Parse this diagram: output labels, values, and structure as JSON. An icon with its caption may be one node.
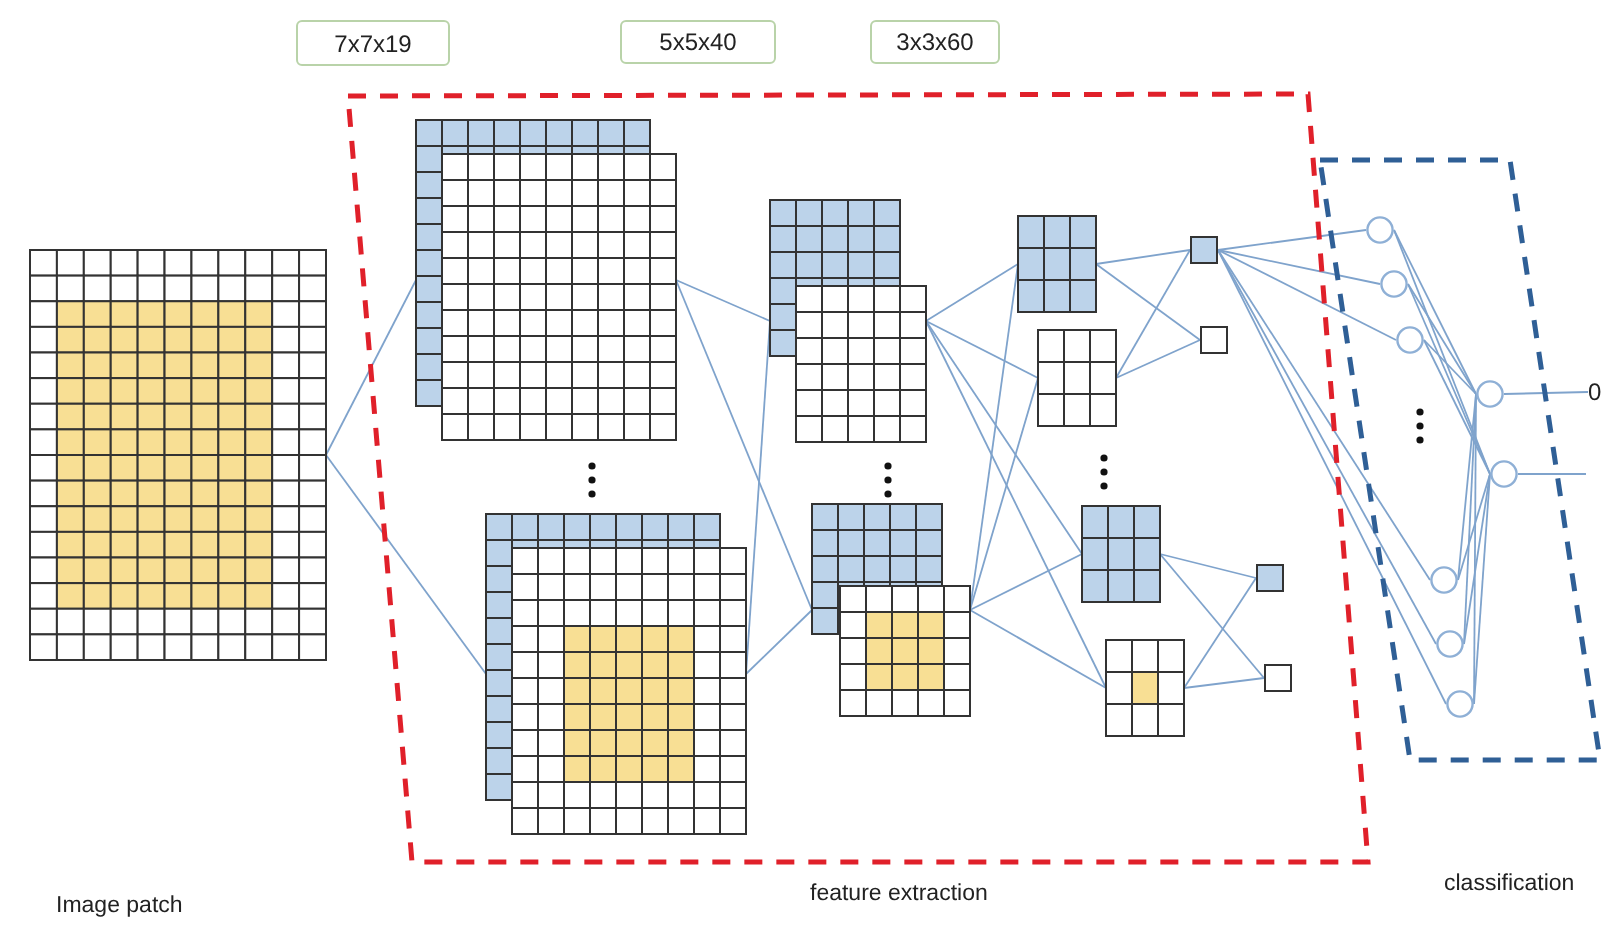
{
  "diagram": {
    "nodes": [
      {
        "text": [],
        "shape": "grid"
      },
      {
        "text": [
          "7x7x19"
        ]
      },
      {
        "text": [
          "5x5x40"
        ]
      },
      {
        "text": [
          "3x3x60"
        ]
      },
      {
        "text": [],
        "shape": "box"
      },
      {
        "text": [],
        "shape": "grid",
        "in": 4
      },
      {
        "text": [],
        "shape": "grid",
        "in": 4
      },
      {
        "text": [],
        "shape": "grid",
        "in": 4
      },
      {
        "text": [],
        "shape": "grid",
        "in": 4
      },
      {
        "text": [],
        "shape": "grid",
        "in": 4
      },
      {
        "text": [],
        "shape": "grid",
        "in": 4
      },
      {
        "text": [],
        "shape": "grid",
        "in": 4
      },
      {
        "text": [],
        "shape": "grid",
        "in": 4
      },
      {
        "text": [],
        "shape": "box",
        "in": 4
      },
      {
        "text": [],
        "shape": "box",
        "in": 4
      },
      {
        "text": [],
        "shape": "box",
        "in": 4
      },
      {
        "text": [],
        "shape": "box",
        "in": 4
      },
      {
        "text": [],
        "shape": "box"
      },
      {
        "text": [],
        "shape": "circle",
        "in": 17
      },
      {
        "text": [],
        "shape": "circle",
        "in": 17
      },
      {
        "text": [],
        "shape": "circle",
        "in": 17
      },
      {
        "text": [],
        "shape": "circle",
        "in": 17
      },
      {
        "text": [],
        "shape": "circle",
        "in": 17
      },
      {
        "text": [],
        "shape": "circle",
        "in": 17
      },
      {
        "text": [],
        "shape": "circle",
        "in": 17
      },
      {
        "text": [],
        "shape": "circle",
        "in": 17
      },
      {
        "text": [
          "0"
        ]
      }
    ],
    "edges": [
      {
        "from": 0,
        "to": 5,
        "arrow": "none"
      },
      {
        "from": 0,
        "to": 6,
        "arrow": "none"
      },
      {
        "from": 5,
        "to": 7,
        "arrow": "none"
      },
      {
        "from": 5,
        "to": 8,
        "arrow": "none"
      },
      {
        "from": 6,
        "to": 7,
        "arrow": "none"
      },
      {
        "from": 6,
        "to": 8,
        "arrow": "none"
      },
      {
        "from": 7,
        "to": 9,
        "arrow": "none"
      },
      {
        "from": 7,
        "to": 10,
        "arrow": "none"
      },
      {
        "from": 7,
        "to": 11,
        "arrow": "none"
      },
      {
        "from": 7,
        "to": 12,
        "arrow": "none"
      },
      {
        "from": 8,
        "to": 9,
        "arrow": "none"
      },
      {
        "from": 8,
        "to": 10,
        "arrow": "none"
      },
      {
        "from": 8,
        "to": 11,
        "arrow": "none"
      },
      {
        "from": 8,
        "to": 12,
        "arrow": "none"
      },
      {
        "from": 9,
        "to": 13,
        "arrow": "none"
      },
      {
        "from": 9,
        "to": 14,
        "arrow": "none"
      },
      {
        "from": 10,
        "to": 13,
        "arrow": "none"
      },
      {
        "from": 10,
        "to": 14,
        "arrow": "none"
      },
      {
        "from": 11,
        "to": 15,
        "arrow": "none"
      },
      {
        "from": 11,
        "to": 16,
        "arrow": "none"
      },
      {
        "from": 12,
        "to": 15,
        "arrow": "none"
      },
      {
        "from": 12,
        "to": 16,
        "arrow": "none"
      },
      {
        "from": 13,
        "to": 18,
        "arrow": "none"
      },
      {
        "from": 13,
        "to": 19,
        "arrow": "none"
      },
      {
        "from": 13,
        "to": 20,
        "arrow": "none"
      },
      {
        "from": 13,
        "to": 21,
        "arrow": "none"
      },
      {
        "from": 13,
        "to": 22,
        "arrow": "none"
      },
      {
        "from": 13,
        "to": 23,
        "arrow": "none"
      },
      {
        "from": 18,
        "to": 24,
        "arrow": "none"
      },
      {
        "from": 19,
        "to": 24,
        "arrow": "none"
      },
      {
        "from": 20,
        "to": 24,
        "arrow": "none"
      },
      {
        "from": 21,
        "to": 24,
        "arrow": "none"
      },
      {
        "from": 22,
        "to": 24,
        "arrow": "none"
      },
      {
        "from": 23,
        "to": 24,
        "arrow": "none"
      },
      {
        "from": 18,
        "to": 25,
        "arrow": "none"
      },
      {
        "from": 19,
        "to": 25,
        "arrow": "none"
      },
      {
        "from": 20,
        "to": 25,
        "arrow": "none"
      },
      {
        "from": 21,
        "to": 25,
        "arrow": "none"
      },
      {
        "from": 22,
        "to": 25,
        "arrow": "none"
      },
      {
        "from": 23,
        "to": 25,
        "arrow": "none"
      },
      {
        "from": 24,
        "to": 26,
        "arrow": "none"
      },
      {
        "from": 25,
        "to": null,
        "arrow": "none"
      }
    ],
    "labels": [
      "Image patch",
      "feature extraction",
      "classification"
    ]
  }
}
